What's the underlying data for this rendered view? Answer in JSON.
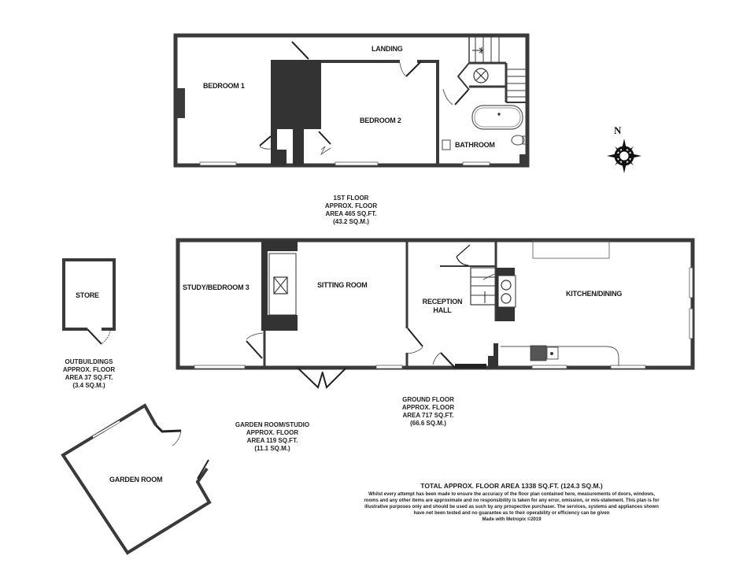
{
  "first_floor": {
    "rooms": {
      "bedroom1": "BEDROOM 1",
      "bedroom2": "BEDROOM 2",
      "landing": "LANDING",
      "bathroom": "BATHROOM"
    },
    "area": {
      "line1": "1ST FLOOR",
      "line2": "APPROX. FLOOR",
      "line3": "AREA 465 SQ.FT.",
      "line4": "(43.2 SQ.M.)"
    }
  },
  "ground_floor": {
    "rooms": {
      "study": "STUDY/BEDROOM 3",
      "sitting": "SITTING ROOM",
      "reception_line1": "RECEPTION",
      "reception_line2": "HALL",
      "kitchen": "KITCHEN/DINING"
    },
    "area": {
      "line1": "GROUND FLOOR",
      "line2": "APPROX. FLOOR",
      "line3": "AREA 717 SQ.FT.",
      "line4": "(66.6 SQ.M.)"
    }
  },
  "outbuildings": {
    "rooms": {
      "store": "STORE"
    },
    "area": {
      "line1": "OUTBUILDINGS",
      "line2": "APPROX. FLOOR",
      "line3": "AREA 37 SQ.FT.",
      "line4": "(3.4 SQ.M.)"
    }
  },
  "garden_room": {
    "rooms": {
      "garden": "GARDEN ROOM"
    },
    "area": {
      "line1": "GARDEN ROOM/STUDIO",
      "line2": "APPROX. FLOOR",
      "line3": "AREA 119 SQ.FT.",
      "line4": "(11.1 SQ.M.)"
    }
  },
  "footer": {
    "total": "TOTAL APPROX. FLOOR AREA 1338 SQ.FT. (124.3 SQ.M.)",
    "disclaimer": "Whilst every attempt has been made to ensure the accuracy of the floor plan contained here, measurements of doors, windows, rooms and any other items are approximate and no responsibility is taken for any error, omission, or mis-statement. This plan is for illustrative purposes only and should be used as such by any prospective purchaser. The services, systems and appliances shown have not been tested and no guarantee as to their operability or efficiency can be given",
    "credit": "Made with Metropix ©2019"
  },
  "compass": {
    "label": "N",
    "icon": "compass-rose-icon"
  },
  "colors": {
    "wall": "#3a3a3a",
    "chimney": "#333333",
    "background": "#ffffff",
    "text": "#1a1a1a"
  }
}
